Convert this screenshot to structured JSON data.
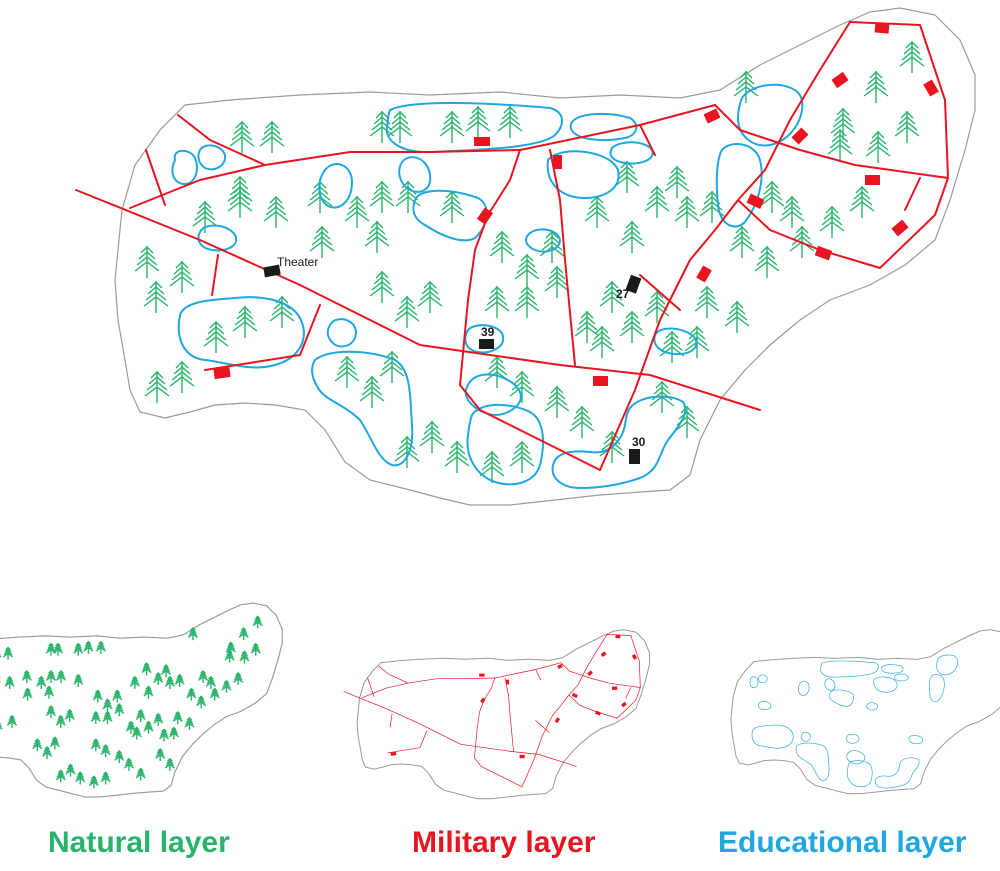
{
  "colors": {
    "natural": "#27b36a",
    "military": "#e8141f",
    "educational": "#1ea7e1",
    "outline": "#9a9a9a",
    "building": "#1a1a1a"
  },
  "icons": {
    "tree": "tree-icon",
    "military_building": "military-building-icon",
    "building": "building-icon"
  },
  "main_map": {
    "labels": {
      "theater": "Theater",
      "b39": "39",
      "b27": "27",
      "b30": "30"
    }
  },
  "layers": {
    "natural": "Natural layer",
    "military": "Military layer",
    "educational": "Educational layer"
  }
}
